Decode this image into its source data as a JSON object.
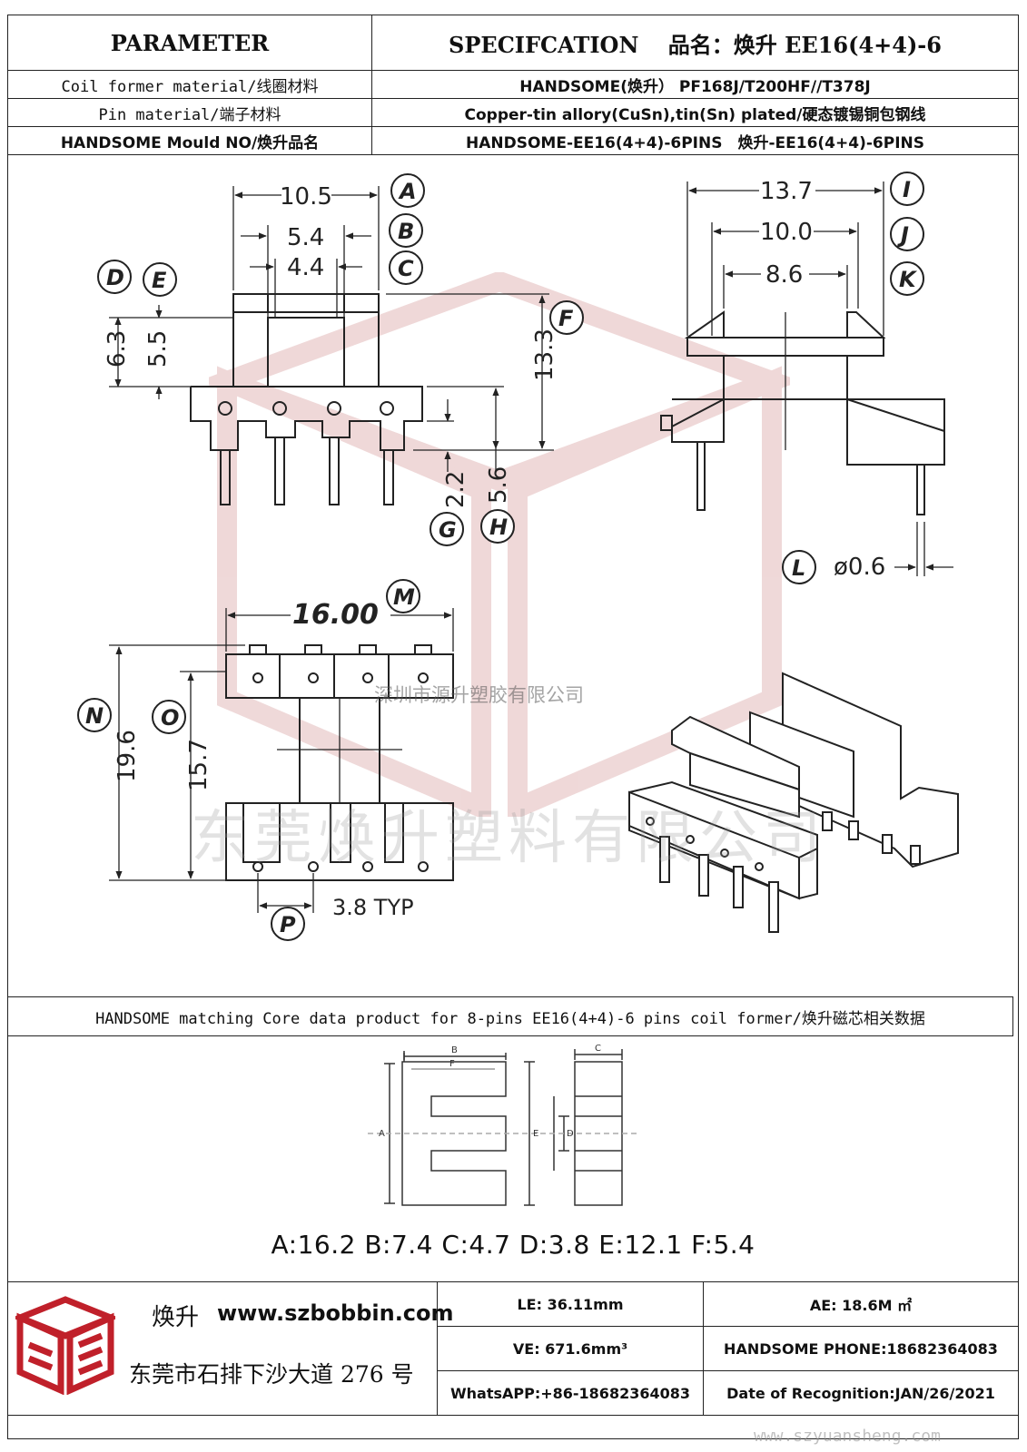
{
  "header": {
    "col1_title": "PARAMETER",
    "col2_title": "SPECIFCATION　 品名：焕升 EE16(4+4)-6",
    "rows": [
      {
        "label": "Coil former material/线圈材料",
        "value": "HANDSOME(焕升）  PF168J/T200HF//T378J"
      },
      {
        "label": "Pin material/端子材料",
        "value": "Copper-tin allory(CuSn),tin(Sn) plated/硬态镀锡铜包钢线"
      },
      {
        "label": "HANDSOME Mould NO/焕升品名",
        "value": "HANDSOME-EE16(4+4)-6PINS　焕升-EE16(4+4)-6PINS"
      }
    ]
  },
  "dimensions": {
    "A": "10.5",
    "B": "5.4",
    "C": "4.4",
    "D": "6.3",
    "E": "5.5",
    "F": "13.3",
    "G": "2.2",
    "H": "5.6",
    "I": "13.7",
    "J": "10.0",
    "K": "8.6",
    "L": "ø0.6",
    "M": "16.00",
    "N": "19.6",
    "O": "15.7",
    "P": "3.8 TYP"
  },
  "labels": [
    "A",
    "B",
    "C",
    "D",
    "E",
    "F",
    "G",
    "H",
    "I",
    "J",
    "K",
    "L",
    "M",
    "N",
    "O",
    "P"
  ],
  "watermarks": {
    "center": "深圳市源升塑胶有限公司",
    "large": "东莞焕升塑料有限公司",
    "url": "www.szyuansheng.com"
  },
  "core": {
    "title": "HANDSOME matching Core data  product for 8-pins EE16(4+4)-6 pins coil former/焕升磁芯相关数据",
    "dims": "A:16.2 B:7.4 C:4.7 D:3.8 E:12.1 F:5.4",
    "letters": {
      "A": "A",
      "B": "B",
      "C": "C",
      "D": "D",
      "E": "E",
      "F": "F"
    }
  },
  "footer": {
    "brand": "焕升",
    "website": "www.szbobbin.com",
    "address": "东莞市石排下沙大道 276 号",
    "le": "LE:   36.11mm",
    "ae": "AE:   18.6M ㎡",
    "ve": "VE:   671.6mm³",
    "phone": "HANDSOME PHONE:18682364083",
    "whatsapp": "WhatsAPP:+86-18682364083",
    "date": "Date of Recognition:JAN/26/2021"
  },
  "colors": {
    "line": "#222222",
    "logo_red": "#c0202a",
    "watermark": "#d9a8a8"
  }
}
